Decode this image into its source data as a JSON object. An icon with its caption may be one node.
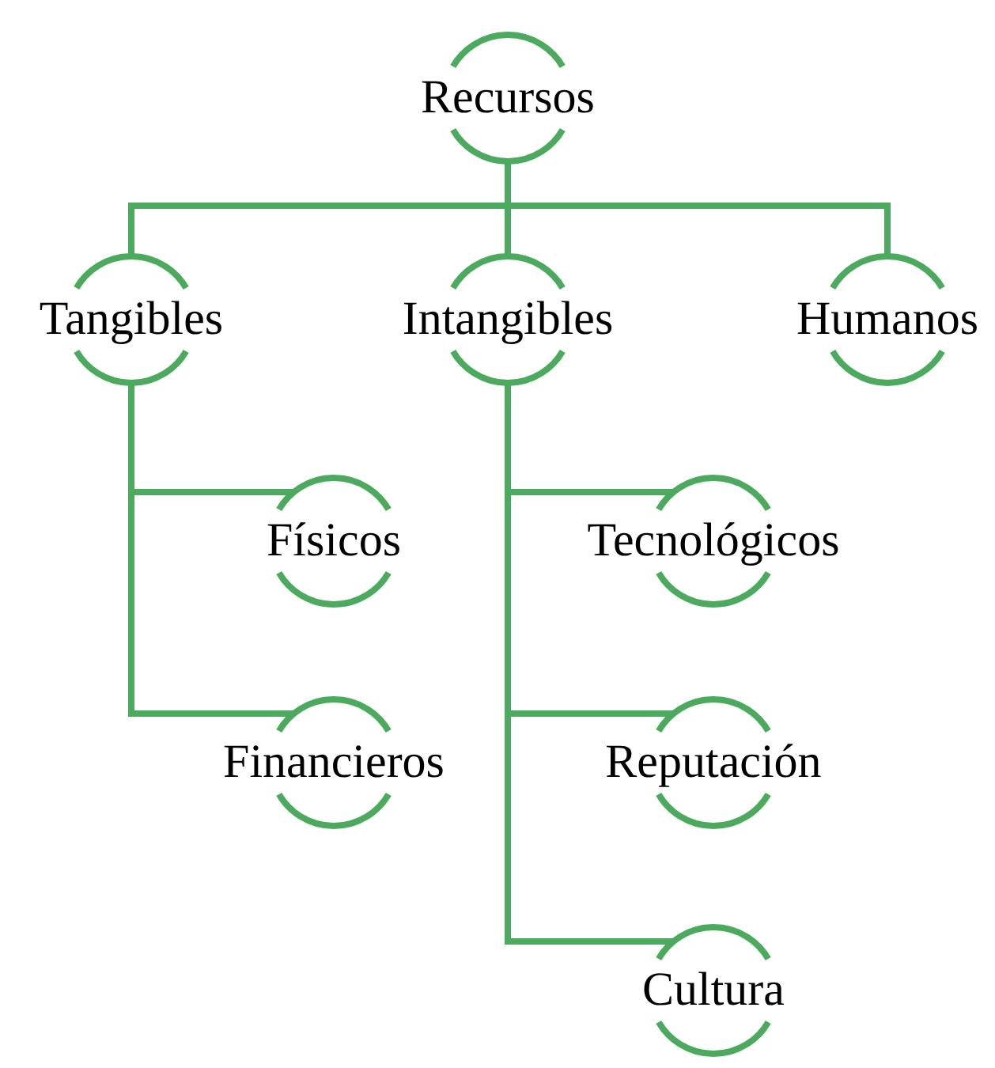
{
  "diagram": {
    "nodes": [
      {
        "text": [
          "Recursos"
        ]
      },
      {
        "text": [
          "Tangibles"
        ]
      },
      {
        "text": [
          "Intangibles"
        ]
      },
      {
        "text": [
          "Humanos"
        ]
      },
      {
        "text": [
          "Físicos"
        ]
      },
      {
        "text": [
          "Financieros"
        ]
      },
      {
        "text": [
          "Tecnológicos"
        ]
      },
      {
        "text": [
          "Reputación"
        ]
      },
      {
        "text": [
          "Cultura"
        ]
      }
    ],
    "edges": [
      {
        "from": 0,
        "to": 1,
        "arrow": "none"
      },
      {
        "from": 0,
        "to": 2,
        "arrow": "none"
      },
      {
        "from": 0,
        "to": 3,
        "arrow": "none"
      },
      {
        "from": 1,
        "to": 4,
        "arrow": "none"
      },
      {
        "from": 1,
        "to": 5,
        "arrow": "none"
      },
      {
        "from": 2,
        "to": 6,
        "arrow": "none"
      },
      {
        "from": 2,
        "to": 7,
        "arrow": "none"
      },
      {
        "from": 2,
        "to": 8,
        "arrow": "none"
      }
    ]
  }
}
